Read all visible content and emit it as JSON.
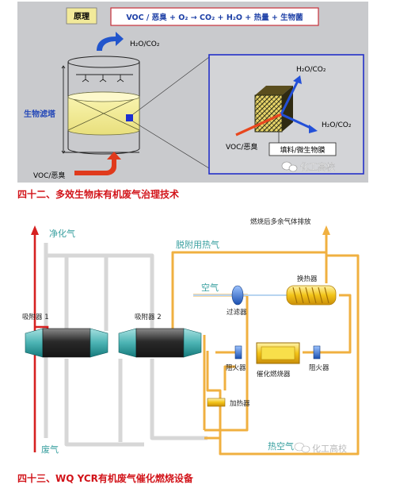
{
  "top": {
    "principle_label": "原理",
    "equation": "VOC / 恶臭 + O₂  →  CO₂ + H₂O + 热量 + 生物菌",
    "h2o_co2_top": "H₂O/CO₂",
    "tower_label": "生物滤塔",
    "inlet_label": "VOC/恶臭",
    "detail_h2o_co2_top": "H₂O/CO₂",
    "detail_h2o_co2_right": "H₂O/CO₂",
    "detail_voc_label": "VOC/恶臭",
    "detail_media_label": "填料/微生物膜",
    "watermark": "化工高校"
  },
  "caption_1": "四十二、多效生物床有机废气治理技术",
  "bottom": {
    "clean_gas": "净化气",
    "exhaust_after": "燃烧后多余气体排放",
    "desorb_hot_gas": "脱附用热气",
    "air": "空气",
    "heat_exchanger": "换热器",
    "filter": "过滤器",
    "adsorber_1": "吸附器 1",
    "adsorber_2": "吸附器 2",
    "flame_arrester_left": "阻火器",
    "flame_arrester_right": "阻火器",
    "catalytic_burner": "催化燃烧器",
    "heater": "加热器",
    "waste_gas": "废气",
    "hot_air": "热空气",
    "watermark": "化工高校"
  },
  "caption_2": "四十三、WQ YCR有机废气催化燃烧设备"
}
